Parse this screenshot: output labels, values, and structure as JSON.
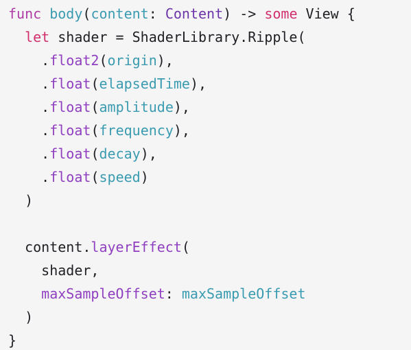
{
  "colors": {
    "background": "#f5f5f6",
    "plain": "#1f1f24",
    "keyword": "#ad3da4",
    "keyword_red": "#d12f6c",
    "identifier_teal": "#3a9bb0",
    "type_purple": "#6c36a9",
    "method_purple": "#8f3fbf"
  },
  "code_lines": [
    [
      {
        "text": "func",
        "kind": "keyword"
      },
      {
        "text": " ",
        "kind": "plain"
      },
      {
        "text": "body",
        "kind": "func"
      },
      {
        "text": "(",
        "kind": "plain"
      },
      {
        "text": "content",
        "kind": "param"
      },
      {
        "text": ": ",
        "kind": "plain"
      },
      {
        "text": "Content",
        "kind": "type"
      },
      {
        "text": ") -> ",
        "kind": "plain"
      },
      {
        "text": "some",
        "kind": "keyword-red"
      },
      {
        "text": " View {",
        "kind": "plain"
      }
    ],
    [
      {
        "text": "  ",
        "kind": "plain"
      },
      {
        "text": "let",
        "kind": "keyword-red"
      },
      {
        "text": " shader = ShaderLibrary.Ripple(",
        "kind": "plain"
      }
    ],
    [
      {
        "text": "    .",
        "kind": "plain"
      },
      {
        "text": "float2",
        "kind": "method"
      },
      {
        "text": "(",
        "kind": "plain"
      },
      {
        "text": "origin",
        "kind": "param"
      },
      {
        "text": "),",
        "kind": "plain"
      }
    ],
    [
      {
        "text": "    .",
        "kind": "plain"
      },
      {
        "text": "float",
        "kind": "method"
      },
      {
        "text": "(",
        "kind": "plain"
      },
      {
        "text": "elapsedTime",
        "kind": "param"
      },
      {
        "text": "),",
        "kind": "plain"
      }
    ],
    [
      {
        "text": "    .",
        "kind": "plain"
      },
      {
        "text": "float",
        "kind": "method"
      },
      {
        "text": "(",
        "kind": "plain"
      },
      {
        "text": "amplitude",
        "kind": "param"
      },
      {
        "text": "),",
        "kind": "plain"
      }
    ],
    [
      {
        "text": "    .",
        "kind": "plain"
      },
      {
        "text": "float",
        "kind": "method"
      },
      {
        "text": "(",
        "kind": "plain"
      },
      {
        "text": "frequency",
        "kind": "param"
      },
      {
        "text": "),",
        "kind": "plain"
      }
    ],
    [
      {
        "text": "    .",
        "kind": "plain"
      },
      {
        "text": "float",
        "kind": "method"
      },
      {
        "text": "(",
        "kind": "plain"
      },
      {
        "text": "decay",
        "kind": "param"
      },
      {
        "text": "),",
        "kind": "plain"
      }
    ],
    [
      {
        "text": "    .",
        "kind": "plain"
      },
      {
        "text": "float",
        "kind": "method"
      },
      {
        "text": "(",
        "kind": "plain"
      },
      {
        "text": "speed",
        "kind": "param"
      },
      {
        "text": ")",
        "kind": "plain"
      }
    ],
    [
      {
        "text": "  )",
        "kind": "plain"
      }
    ],
    [
      {
        "text": "",
        "kind": "plain"
      }
    ],
    [
      {
        "text": "  content.",
        "kind": "plain"
      },
      {
        "text": "layerEffect",
        "kind": "method"
      },
      {
        "text": "(",
        "kind": "plain"
      }
    ],
    [
      {
        "text": "    shader,",
        "kind": "plain"
      }
    ],
    [
      {
        "text": "    ",
        "kind": "plain"
      },
      {
        "text": "maxSampleOffset",
        "kind": "method"
      },
      {
        "text": ": ",
        "kind": "plain"
      },
      {
        "text": "maxSampleOffset",
        "kind": "param"
      }
    ],
    [
      {
        "text": "  )",
        "kind": "plain"
      }
    ],
    [
      {
        "text": "}",
        "kind": "plain"
      }
    ]
  ]
}
